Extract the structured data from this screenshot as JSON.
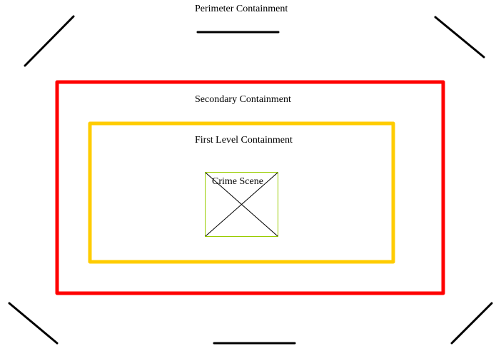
{
  "labels": {
    "perimeter": "Perimeter Containment",
    "secondary": "Secondary Containment",
    "first_level": "First Level Containment",
    "crime_scene": "Crime Scene"
  },
  "colors": {
    "perimeter_lines": "#000000",
    "secondary_border": "#ff0000",
    "first_level_border": "#ffcc00",
    "crime_scene_box": "#99cc00",
    "crime_scene_cross": "#000000",
    "background": "#ffffff"
  }
}
